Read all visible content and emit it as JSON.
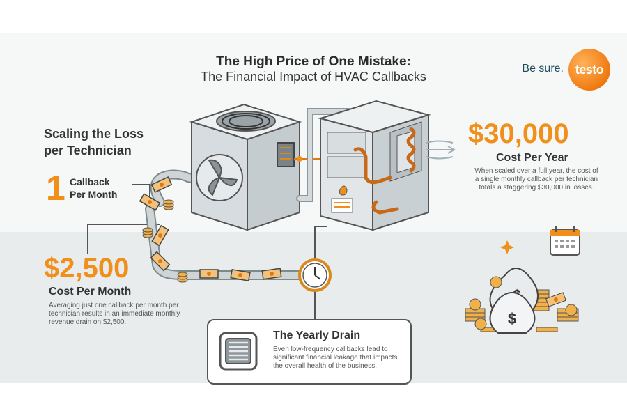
{
  "header": {
    "title": "The High Price of One Mistake:",
    "subtitle": "The Financial Impact of HVAC Callbacks"
  },
  "brand": {
    "tagline": "Be sure.",
    "logo_text": "testo",
    "accent_color": "#f0901a"
  },
  "scaling": {
    "title_line1": "Scaling the Loss",
    "title_line2": "per Technician",
    "count": "1",
    "count_label_line1": "Callback",
    "count_label_line2": "Per Month"
  },
  "monthly": {
    "value": "$2,500",
    "label": "Cost Per Month",
    "description": "Averaging just one callback per month per technician results in an immediate monthly revenue drain on $2,500."
  },
  "yearly": {
    "value": "$30,000",
    "label": "Cost Per Year",
    "description": "When scaled over a full year, the cost of a single monthly callback per technician totals a staggering $30,000 in losses."
  },
  "drain": {
    "title": "The Yearly Drain",
    "description": "Even low-frequency callbacks lead to significant financial leakage that impacts the overall health of the business."
  }
}
